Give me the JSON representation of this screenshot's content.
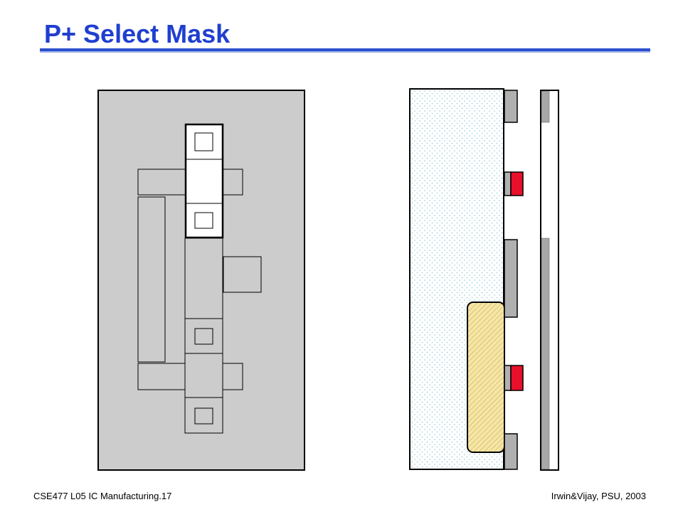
{
  "slide": {
    "title": "P+ Select Mask",
    "footer_left": "CSE477  L05 IC Manufacturing.17",
    "footer_right": "Irwin&Vijay, PSU, 2003"
  },
  "colors": {
    "title": "#1f3fd0",
    "rule": "#2b4fcf",
    "mask_fill": "#cccccc",
    "layer_gray": "#b0b0b0",
    "contact_white": "#ffffff",
    "substrate_dots": "#8fc8d8",
    "well_hatch": "#f5e6a6",
    "p_plus_red": "#e8102a"
  }
}
